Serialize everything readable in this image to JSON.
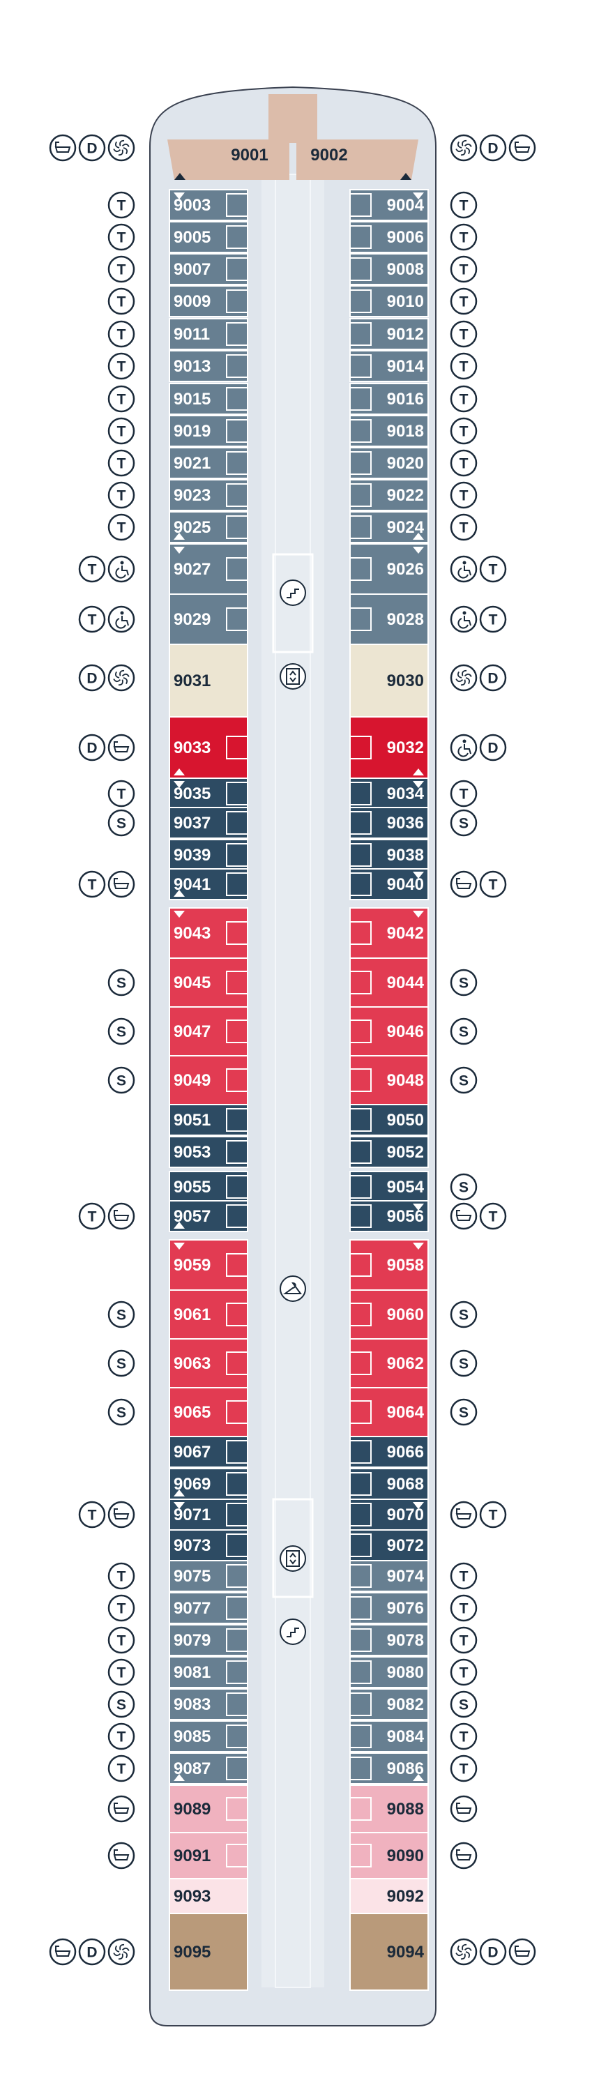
{
  "colors": {
    "hull": "#dfe5ec",
    "hull_border": "#3a4150",
    "corridor": "#e7ecf1",
    "slate": "#677f91",
    "navy": "#2d4b63",
    "red": "#e23b52",
    "crimson": "#d7152f",
    "pink": "#f0b2bf",
    "light_pink": "#fbe3e7",
    "beige": "#ece5d2",
    "tan": "#b99a7a",
    "bow_tan": "#dcbcaa",
    "icon_ink": "#1b2a3a"
  },
  "icon_letters": {
    "tv": "T",
    "shower": "S",
    "double": "D"
  },
  "cabins": {
    "bow": [
      "9001",
      "9002"
    ],
    "port": [
      "9003",
      "9005",
      "9007",
      "9009",
      "9011",
      "9013",
      "9015",
      "9019",
      "9021",
      "9023",
      "9025",
      "9027",
      "9029",
      "9031",
      "9033",
      "9035",
      "9037",
      "9039",
      "9041",
      "9043",
      "9045",
      "9047",
      "9049",
      "9051",
      "9053",
      "9055",
      "9057",
      "9059",
      "9061",
      "9063",
      "9065",
      "9067",
      "9069",
      "9071",
      "9073",
      "9075",
      "9077",
      "9079",
      "9081",
      "9083",
      "9085",
      "9087",
      "9089",
      "9091",
      "9093",
      "9095"
    ],
    "starboard": [
      "9004",
      "9006",
      "9008",
      "9010",
      "9012",
      "9014",
      "9016",
      "9018",
      "9020",
      "9022",
      "9024",
      "9026",
      "9028",
      "9030",
      "9032",
      "9034",
      "9036",
      "9038",
      "9040",
      "9042",
      "9044",
      "9046",
      "9048",
      "9050",
      "9052",
      "9054",
      "9056",
      "9058",
      "9060",
      "9062",
      "9064",
      "9066",
      "9068",
      "9070",
      "9072",
      "9074",
      "9076",
      "9078",
      "9080",
      "9082",
      "9084",
      "9086",
      "9088",
      "9090",
      "9092",
      "9094"
    ]
  },
  "cabin_categories": {
    "9001": "bow_tan",
    "9002": "bow_tan",
    "9003": "slate",
    "9005": "slate",
    "9007": "slate",
    "9009": "slate",
    "9011": "slate",
    "9013": "slate",
    "9015": "slate",
    "9019": "slate",
    "9021": "slate",
    "9023": "slate",
    "9025": "slate",
    "9027": "slate",
    "9029": "slate",
    "9004": "slate",
    "9006": "slate",
    "9008": "slate",
    "9010": "slate",
    "9012": "slate",
    "9014": "slate",
    "9016": "slate",
    "9018": "slate",
    "9020": "slate",
    "9022": "slate",
    "9024": "slate",
    "9026": "slate",
    "9028": "slate",
    "9031": "beige",
    "9030": "beige",
    "9033": "crimson",
    "9032": "crimson",
    "9035": "navy",
    "9037": "navy",
    "9039": "navy",
    "9041": "navy",
    "9034": "navy",
    "9036": "navy",
    "9038": "navy",
    "9040": "navy",
    "9043": "red",
    "9045": "red",
    "9047": "red",
    "9049": "red",
    "9042": "red",
    "9044": "red",
    "9046": "red",
    "9048": "red",
    "9051": "navy",
    "9053": "navy",
    "9055": "navy",
    "9057": "navy",
    "9050": "navy",
    "9052": "navy",
    "9054": "navy",
    "9056": "navy",
    "9059": "red",
    "9061": "red",
    "9063": "red",
    "9065": "red",
    "9058": "red",
    "9060": "red",
    "9062": "red",
    "9064": "red",
    "9067": "navy",
    "9069": "navy",
    "9071": "navy",
    "9073": "navy",
    "9066": "navy",
    "9068": "navy",
    "9070": "navy",
    "9072": "navy",
    "9075": "slate",
    "9077": "slate",
    "9079": "slate",
    "9081": "slate",
    "9083": "slate",
    "9085": "slate",
    "9087": "slate",
    "9074": "slate",
    "9076": "slate",
    "9078": "slate",
    "9080": "slate",
    "9082": "slate",
    "9084": "slate",
    "9086": "slate",
    "9089": "pink",
    "9091": "pink",
    "9088": "pink",
    "9090": "pink",
    "9093": "light_pink",
    "9092": "light_pink",
    "9095": "tan",
    "9094": "tan"
  },
  "cabin_amenities": {
    "9001": [
      "bathtub",
      "double",
      "balcony"
    ],
    "9002": [
      "balcony",
      "double",
      "bathtub"
    ],
    "9003": [
      "tv"
    ],
    "9005": [
      "tv"
    ],
    "9007": [
      "tv"
    ],
    "9009": [
      "tv"
    ],
    "9011": [
      "tv"
    ],
    "9013": [
      "tv"
    ],
    "9015": [
      "tv"
    ],
    "9019": [
      "tv"
    ],
    "9021": [
      "tv"
    ],
    "9023": [
      "tv"
    ],
    "9025": [
      "tv"
    ],
    "9004": [
      "tv"
    ],
    "9006": [
      "tv"
    ],
    "9008": [
      "tv"
    ],
    "9010": [
      "tv"
    ],
    "9012": [
      "tv"
    ],
    "9014": [
      "tv"
    ],
    "9016": [
      "tv"
    ],
    "9018": [
      "tv"
    ],
    "9020": [
      "tv"
    ],
    "9022": [
      "tv"
    ],
    "9024": [
      "tv"
    ],
    "9027": [
      "tv",
      "accessible"
    ],
    "9029": [
      "tv",
      "accessible"
    ],
    "9026": [
      "accessible",
      "tv"
    ],
    "9028": [
      "accessible",
      "tv"
    ],
    "9031": [
      "double",
      "balcony"
    ],
    "9030": [
      "balcony",
      "double"
    ],
    "9033": [
      "double",
      "bathtub"
    ],
    "9032": [
      "accessible",
      "double"
    ],
    "9035": [
      "tv"
    ],
    "9037": [
      "shower"
    ],
    "9041": [
      "tv",
      "bathtub"
    ],
    "9034": [
      "tv"
    ],
    "9036": [
      "shower"
    ],
    "9040": [
      "bathtub",
      "tv"
    ],
    "9045": [
      "shower"
    ],
    "9047": [
      "shower"
    ],
    "9049": [
      "shower"
    ],
    "9044": [
      "shower"
    ],
    "9046": [
      "shower"
    ],
    "9048": [
      "shower"
    ],
    "9057": [
      "tv",
      "bathtub"
    ],
    "9054": [
      "shower"
    ],
    "9056": [
      "bathtub",
      "tv"
    ],
    "9061": [
      "shower"
    ],
    "9063": [
      "shower"
    ],
    "9065": [
      "shower"
    ],
    "9060": [
      "shower"
    ],
    "9062": [
      "shower"
    ],
    "9064": [
      "shower"
    ],
    "9071": [
      "tv",
      "bathtub"
    ],
    "9070": [
      "bathtub",
      "tv"
    ],
    "9075": [
      "tv"
    ],
    "9077": [
      "tv"
    ],
    "9079": [
      "tv"
    ],
    "9081": [
      "tv"
    ],
    "9083": [
      "shower"
    ],
    "9085": [
      "tv"
    ],
    "9087": [
      "tv"
    ],
    "9074": [
      "tv"
    ],
    "9076": [
      "tv"
    ],
    "9078": [
      "tv"
    ],
    "9080": [
      "tv"
    ],
    "9082": [
      "shower"
    ],
    "9084": [
      "tv"
    ],
    "9086": [
      "tv"
    ],
    "9089": [
      "bathtub"
    ],
    "9091": [
      "bathtub"
    ],
    "9088": [
      "bathtub"
    ],
    "9090": [
      "bathtub"
    ],
    "9095": [
      "bathtub",
      "double",
      "balcony"
    ],
    "9094": [
      "balcony",
      "double",
      "bathtub"
    ]
  },
  "connecting_doors": {
    "9003": "down",
    "9004": "down",
    "9025": "up",
    "9027": "down",
    "9024": "up",
    "9026": "down",
    "9033": "up",
    "9032": "up",
    "9035": "down",
    "9034": "down",
    "9041": "up",
    "9040": "down",
    "9043": "down",
    "9042": "down",
    "9057": "up",
    "9056": "down",
    "9059": "down",
    "9058": "down",
    "9069": "up",
    "9071": "down",
    "9070": "down",
    "9087": "up",
    "9086": "up",
    "9001": "up",
    "9002": "up"
  },
  "facilities": [
    "stairs-forward",
    "elevator-forward",
    "laundry",
    "elevator-aft",
    "stairs-aft"
  ]
}
